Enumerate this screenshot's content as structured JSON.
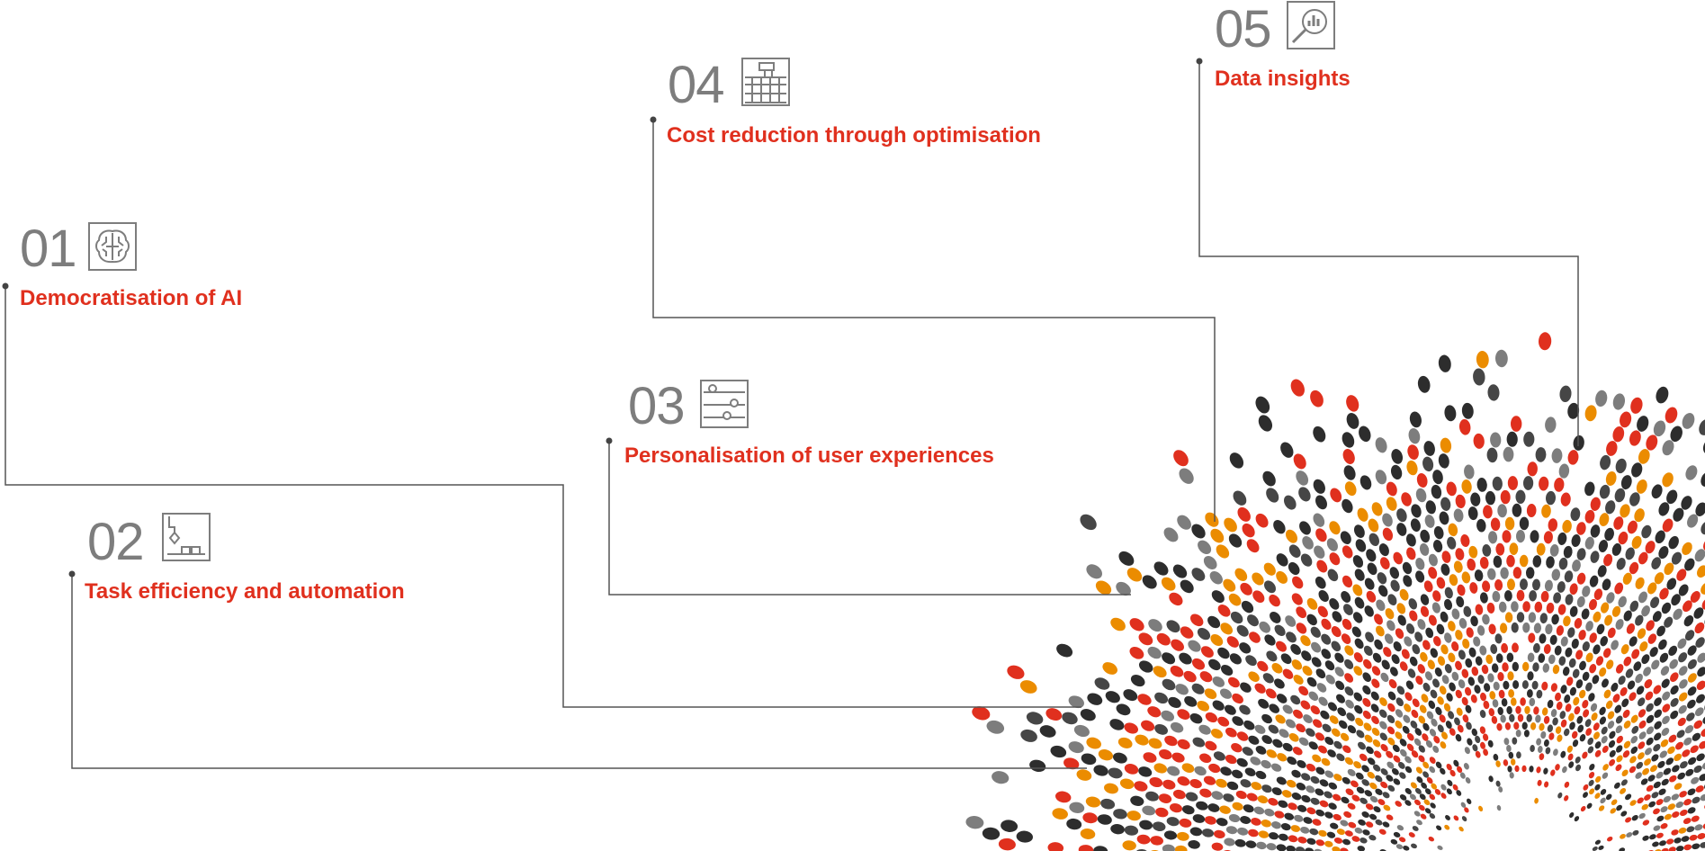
{
  "colors": {
    "accent": "#e0301e",
    "orange": "#eb8c00",
    "dark": "#2d2d2d",
    "darkgrey": "#464646",
    "grey": "#7d7d7d"
  },
  "items": [
    {
      "number": "01",
      "title": "Democratisation of AI",
      "icon": "brain-circuit-icon"
    },
    {
      "number": "02",
      "title": "Task efficiency and automation",
      "icon": "robot-arm-icon"
    },
    {
      "number": "03",
      "title": "Personalisation of user experiences",
      "icon": "settings-sliders-icon"
    },
    {
      "number": "04",
      "title": "Cost reduction through optimisation",
      "icon": "stacked-blocks-icon"
    },
    {
      "number": "05",
      "title": "Data insights",
      "icon": "magnifier-chart-icon"
    }
  ]
}
